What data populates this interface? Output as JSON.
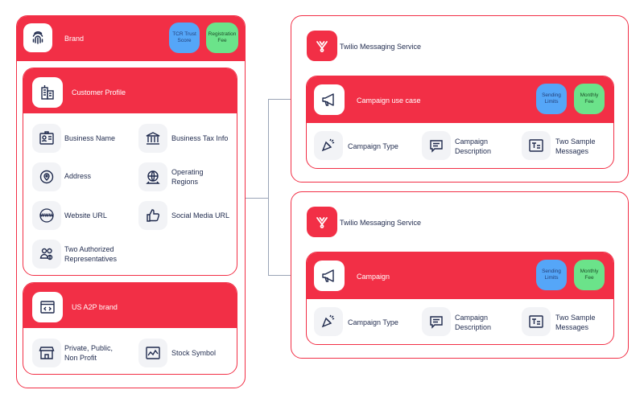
{
  "brand": {
    "title": "Brand",
    "icon": "fingerprint-icon",
    "badges": {
      "tcr": "TCR Trust\nScore",
      "fee": "Registration\nFee"
    },
    "customer_profile": {
      "title": "Customer Profile",
      "icon": "building-icon",
      "items": [
        {
          "label": "Business Name",
          "icon": "id-card-icon"
        },
        {
          "label": "Business Tax Info",
          "icon": "bank-icon"
        },
        {
          "label": "Address",
          "icon": "location-pin-icon"
        },
        {
          "label": "Operating\nRegions",
          "icon": "globe-icon"
        },
        {
          "label": "Website URL",
          "icon": "www-icon"
        },
        {
          "label": "Social Media URL",
          "icon": "thumbs-up-icon"
        },
        {
          "label": "Two Authorized\nRepresentatives",
          "icon": "people-icon"
        }
      ]
    },
    "a2p_brand": {
      "title": "US A2P brand",
      "icon": "code-window-icon",
      "items": [
        {
          "label": "Private, Public,\nNon Profit",
          "icon": "storefront-icon"
        },
        {
          "label": "Stock Symbol",
          "icon": "stock-chart-icon"
        }
      ]
    }
  },
  "services": [
    {
      "title": "Twilio Messaging Service",
      "campaign": {
        "title": "Campaign use case",
        "badges": {
          "limits": "Sending\nLimits",
          "fee": "Monthly\nFee"
        },
        "items": [
          {
            "label": "Campaign Type",
            "icon": "campaign-type-icon"
          },
          {
            "label": "Campaign\nDescription",
            "icon": "description-icon"
          },
          {
            "label": "Two Sample\nMessages",
            "icon": "messages-icon"
          }
        ]
      }
    },
    {
      "title": "Twilio Messaging Service",
      "campaign": {
        "title": "Campaign",
        "badges": {
          "limits": "Sending\nLimits",
          "fee": "Monthly\nFee"
        },
        "items": [
          {
            "label": "Campaign Type",
            "icon": "campaign-type-icon"
          },
          {
            "label": "Campaign\nDescription",
            "icon": "description-icon"
          },
          {
            "label": "Two Sample\nMessages",
            "icon": "messages-icon"
          }
        ]
      }
    }
  ],
  "colors": {
    "accent": "#f22f46",
    "blue_badge": "#55a6f8",
    "green_badge": "#6be38a",
    "icon_bg": "#f2f3f6",
    "connector": "#9aa4b6"
  }
}
